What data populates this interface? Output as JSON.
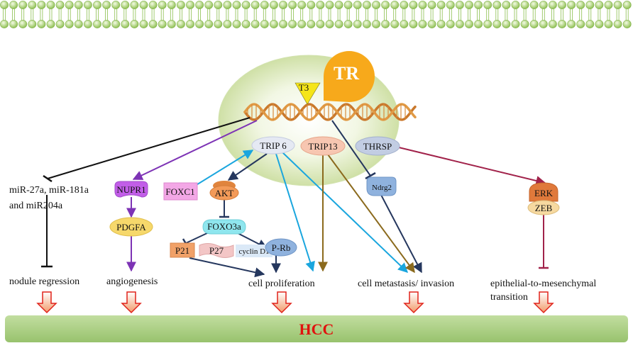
{
  "nucleus": {
    "receptor_label": "TR",
    "hormone_label": "T3"
  },
  "nodes": {
    "trip6": "TRIP 6",
    "trip13": "TRIP13",
    "thrsp": "THRSP",
    "mirna_line1": "miR-27a, miR-181a",
    "mirna_line2": "and miR204a",
    "nupr1": "NUPR1",
    "pdgfa": "PDGFA",
    "foxc1": "FOXC1",
    "akt": "AKT",
    "foxo3a": "FOXO3a",
    "p21": "P21",
    "p27": "P27",
    "cyclin_d1": "cyclin D1",
    "p_rb": "P-Rb",
    "ndrg2": "Ndrg2",
    "erk": "ERK",
    "zeb": "ZEB"
  },
  "outcomes": {
    "nodule_regression": "nodule regression",
    "angiogenesis": "angiogenesis",
    "cell_proliferation": "cell proliferation",
    "cell_metastasis": "cell metastasis/ invasion",
    "emt_line1": "epithelial-to-mesenchymal",
    "emt_line2": "transition"
  },
  "hcc_label": "HCC",
  "colors": {
    "membrane": "#a6d066",
    "nucleus_fill": "#e2edc6",
    "receptor": "#f7a91b",
    "hormone": "#f5e51a",
    "hcc_bar": "#a6cc7e",
    "hcc_text": "#e0120e",
    "black_path": "#111111",
    "purple_path": "#7d33b5",
    "cyan_path": "#1aa6de",
    "navy_path": "#25375e",
    "olive_path": "#8b6a1d",
    "maroon_path": "#a1224a"
  }
}
